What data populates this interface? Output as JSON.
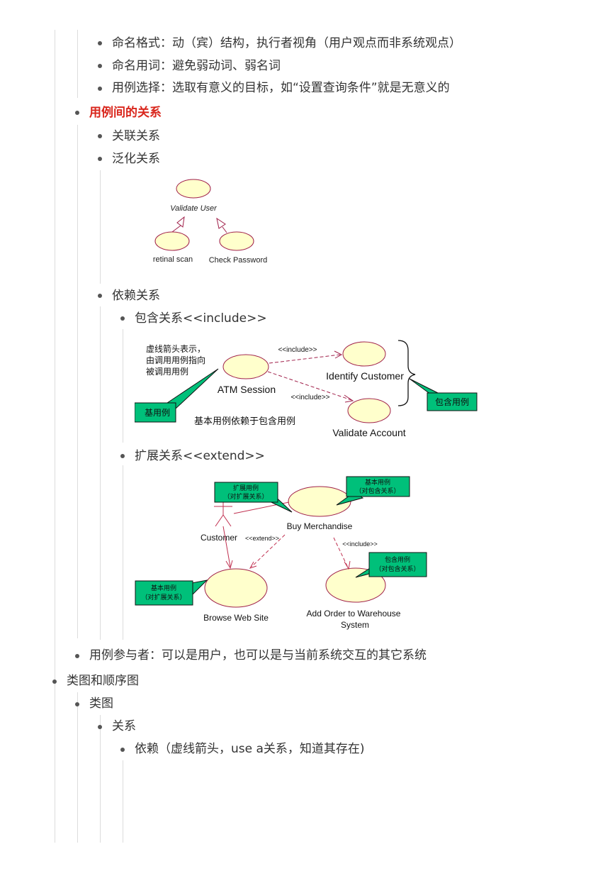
{
  "outline": {
    "naming_format": "命名格式：动（宾）结构，执行者视角（用户观点而非系统观点）",
    "naming_words": "命名用词：避免弱动词、弱名词",
    "usecase_choice": "用例选择：选取有意义的目标，如“设置查询条件”就是无意义的",
    "usecase_relations": "用例间的关系",
    "association": "关联关系",
    "generalization": "泛化关系",
    "dependency": "依赖关系",
    "include_rel": "包含关系<<include>>",
    "extend_rel": "扩展关系<<extend>>",
    "usecase_actor": "用例参与者：可以是用户，也可以是与当前系统交互的其它系统",
    "class_seq": "类图和顺序图",
    "class_diagram": "类图",
    "relations": "关系",
    "dep_desc": "依赖（虚线箭头，use a关系，知道其存在)"
  },
  "generalization_diagram": {
    "parent": "Validate User",
    "child1": "retinal scan",
    "child2": "Check Password"
  },
  "include_diagram": {
    "note_line1": "虚线箭头表示，",
    "note_line2": "由调用用例指向",
    "note_line3": "被调用用例",
    "include_label1": "<<include>>",
    "include_label2": "<<include>>",
    "base_usecase": "ATM Session",
    "included1": "Identify Customer",
    "included2": "Validate Account",
    "callout_base": "基用例",
    "callout_included": "包含用例",
    "caption": "基本用例依赖于包含用例"
  },
  "extend_diagram": {
    "actor": "Customer",
    "base": "Buy Merchandise",
    "extend_label": "<<extend>>",
    "include_label": "<<include>>",
    "extension": "Browse Web Site",
    "included_line1": "Add Order to Warehouse",
    "included_line2": "System",
    "callout_ext_1": "扩展用例",
    "callout_ext_2": "（对扩展关系）",
    "callout_base_1": "基本用例",
    "callout_base_2": "（对包含关系）",
    "callout_base2_1": "基本用例",
    "callout_base2_2": "（对扩展关系）",
    "callout_inc_1": "包含用例",
    "callout_inc_2": "（对包含关系）"
  },
  "colors": {
    "ellipse_fill": "#ffffcc",
    "ellipse_stroke": "#a0204a",
    "callout_fill": "#00c07a",
    "heading_red": "#d9261c"
  }
}
